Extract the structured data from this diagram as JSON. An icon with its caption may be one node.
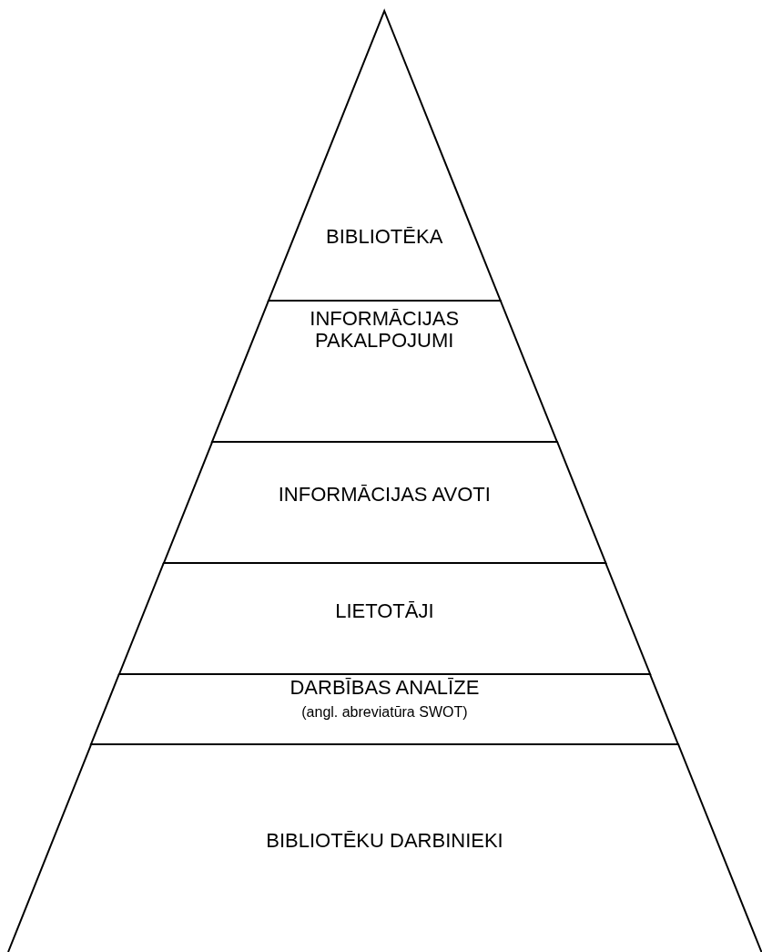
{
  "diagram": {
    "nodes": [
      {
        "text": [
          "BIBLIOTĒKA"
        ]
      },
      {
        "text": [
          "INFORMĀCIJAS PAKALPOJUMI"
        ]
      },
      {
        "text": [
          "INFORMĀCIJAS AVOTI"
        ]
      },
      {
        "text": [
          "LIETOTĀJI"
        ]
      },
      {
        "text": [
          "DARBĪBAS ANALĪZE",
          "(angl. abreviatūra SWOT)"
        ]
      },
      {
        "text": [
          "BIBLIOTĒKU DARBINIEKI"
        ]
      }
    ]
  }
}
